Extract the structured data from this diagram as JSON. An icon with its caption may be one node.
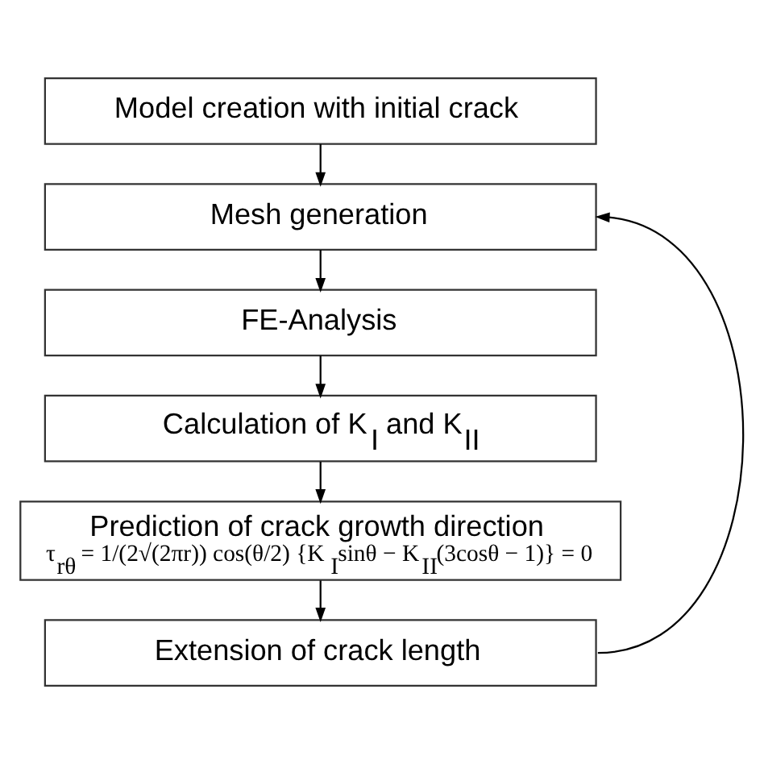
{
  "diagram": {
    "nodes": [
      {
        "text": [
          "Model creation with initial crack"
        ]
      },
      {
        "text": [
          "Mesh generation"
        ]
      },
      {
        "text": [
          "FE-Analysis"
        ]
      },
      {
        "text": [
          "Calculation of K$_{I}$ and K$_{II}$"
        ]
      },
      {
        "text": [
          "Prediction of crack growth direction",
          "τ$_{rθ}$ = 1/(2√(2πr)) cos(θ/2) {K$_{I}$sinθ − K$_{II}$(3cosθ − 1)} = 0"
        ]
      },
      {
        "text": [
          "Extension of crack length"
        ]
      }
    ],
    "edges": [
      {
        "from": 0,
        "to": 1,
        "arrow": "to"
      },
      {
        "from": 1,
        "to": 2,
        "arrow": "to"
      },
      {
        "from": 2,
        "to": 3,
        "arrow": "to"
      },
      {
        "from": 3,
        "to": 4,
        "arrow": "to"
      },
      {
        "from": 4,
        "to": 5,
        "arrow": "to"
      },
      {
        "from": 5,
        "to": 1,
        "arrow": "to"
      }
    ]
  }
}
